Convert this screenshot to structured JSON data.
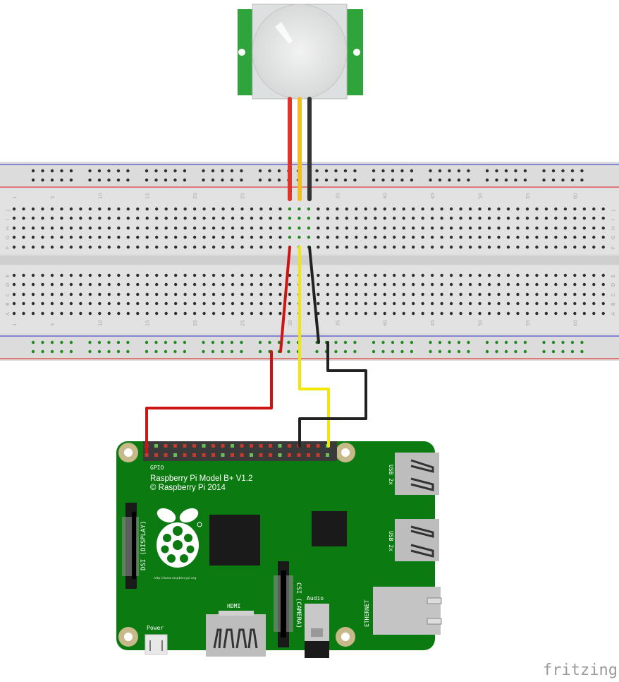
{
  "breadboard": {
    "row_letters_top": [
      "J",
      "I",
      "H",
      "G",
      "F"
    ],
    "row_letters_bottom": [
      "E",
      "D",
      "C",
      "B",
      "A"
    ],
    "column_numbers": [
      "1",
      "5",
      "10",
      "15",
      "20",
      "25",
      "30",
      "35",
      "40",
      "45",
      "50",
      "55",
      "60"
    ],
    "colors": {
      "base": "#dcdcdc",
      "rail_blue": "#3b3bd6",
      "rail_red": "#e03030",
      "hole": "#2e2e2e",
      "hole_active": "#1f8a1f"
    }
  },
  "pir_sensor": {
    "colors": {
      "board": "#2ea43a",
      "frame": "#dde0e0",
      "lens": "#e4e6e6"
    }
  },
  "wires": {
    "colors": {
      "vcc": "#cc1414",
      "signal": "#f0e800",
      "ground": "#222222",
      "pir_red": "#e0332b",
      "pir_yellow": "#f0c020",
      "pir_black": "#333333"
    }
  },
  "raspberry_pi": {
    "gpio_label": "GPIO",
    "model_label": "Raspberry Pi Model B+ V1.2",
    "copyright_label": "© Raspberry Pi 2014",
    "url_label": "http://www.raspberrypi.org",
    "dsi_label": "DSI (DISPLAY)",
    "csi_label": "CSI (CAMERA)",
    "hdmi_label": "HDMI",
    "audio_label": "Audio",
    "power_label": "Power",
    "ethernet_label": "ETHERNET",
    "usb_label_1": "USB 2x",
    "usb_label_2": "USB 2x",
    "colors": {
      "pcb": "#0b7a10",
      "pin_red": "#c73a2e",
      "pin_green": "#6bbf5a"
    }
  },
  "watermark": "fritzing"
}
